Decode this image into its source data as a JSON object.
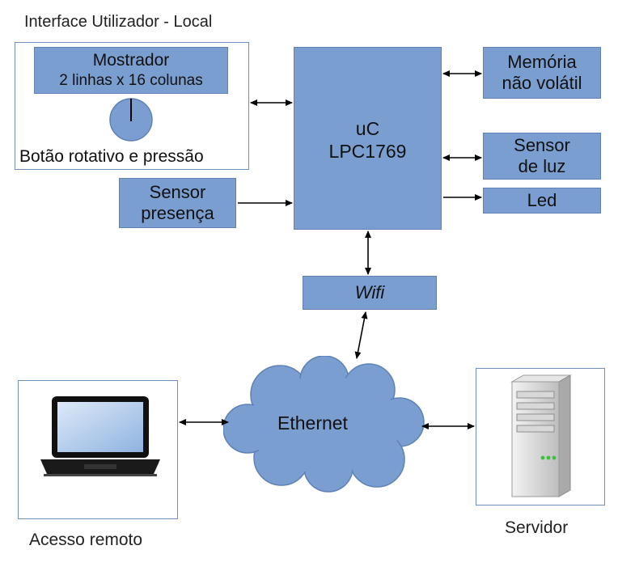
{
  "local_interface": {
    "title": "Interface Utilizador - Local",
    "display_line1": "Mostrador",
    "display_line2": "2 linhas x 16 colunas",
    "knob_label": "Botão rotativo e pressão"
  },
  "mcu": {
    "line1": "uC",
    "line2": "LPC1769"
  },
  "memory": {
    "line1": "Memória",
    "line2": "não volátil"
  },
  "light_sensor": {
    "line1": "Sensor",
    "line2": "de luz"
  },
  "led": {
    "label": "Led"
  },
  "presence_sensor": {
    "line1": "Sensor",
    "line2": "presença"
  },
  "wifi": {
    "label": "Wifi"
  },
  "network": {
    "label": "Ethernet"
  },
  "remote": {
    "label": "Acesso remoto"
  },
  "server": {
    "label": "Servidor"
  },
  "colors": {
    "box_fill": "#7b9ed1",
    "box_border": "#5f81b5",
    "frame_border": "#6f8fc0"
  }
}
